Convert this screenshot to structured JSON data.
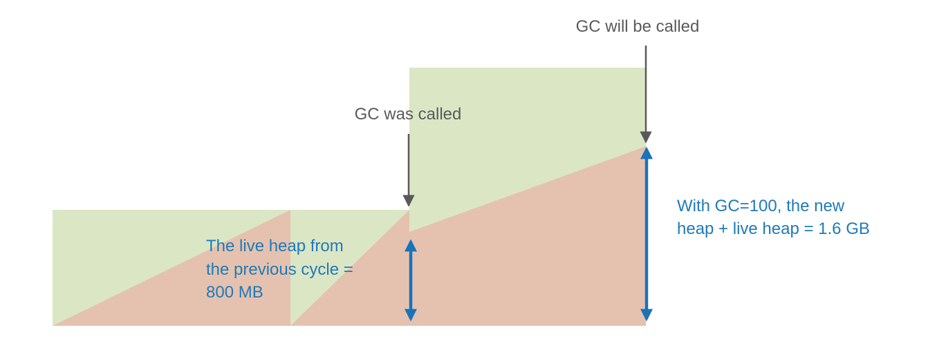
{
  "colors": {
    "new_heap_fill": "#dbe6c5",
    "live_heap_fill": "#e5c2b0",
    "pointer_arrow": "#595959",
    "measure_arrow": "#1a72b9",
    "annotation_text": "#1f7ab8",
    "pointer_text": "#5a5a5a"
  },
  "labels": {
    "gc_will_be_called": "GC will be called",
    "gc_was_called": "GC was called",
    "live_heap_note": {
      "line1": "The live heap from",
      "line2": "the previous cycle =",
      "line3": "800 MB"
    },
    "target_note": {
      "line1": "With GC=100, the new",
      "line2": "heap + live heap = 1.6 GB"
    }
  }
}
